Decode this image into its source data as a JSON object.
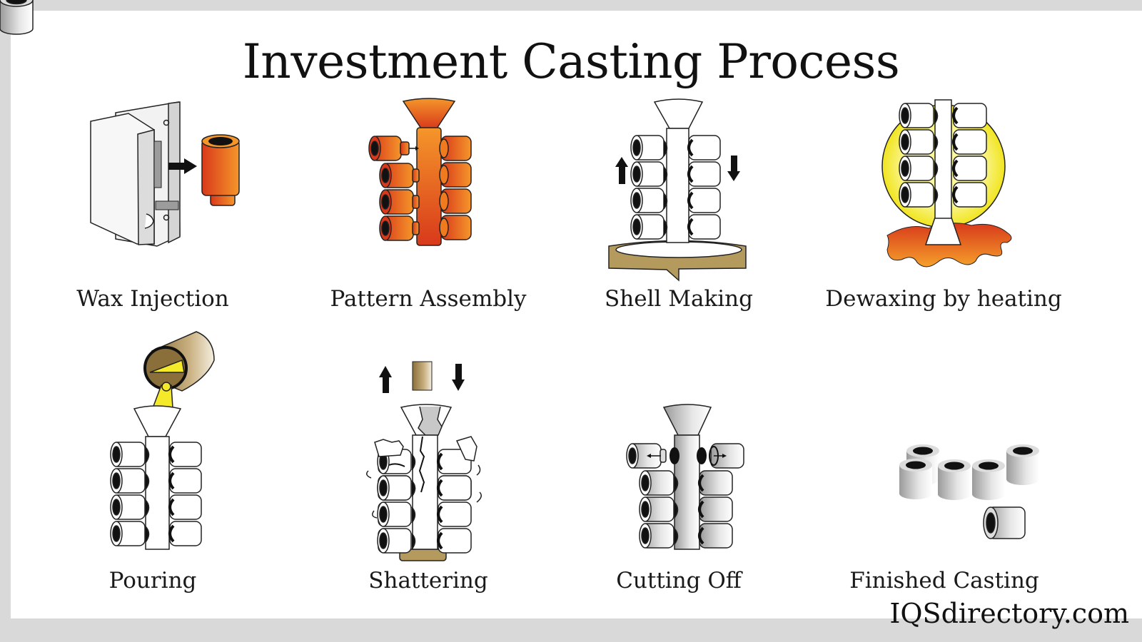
{
  "title": "Investment Casting Process",
  "steps": [
    {
      "index": 1,
      "label": "Wax Injection",
      "icon": "wax-injection-mold-icon"
    },
    {
      "index": 2,
      "label": "Pattern Assembly",
      "icon": "pattern-assembly-tree-icon"
    },
    {
      "index": 3,
      "label": "Shell Making",
      "icon": "shell-making-dip-icon"
    },
    {
      "index": 4,
      "label": "Dewaxing by heating",
      "icon": "dewaxing-heat-icon"
    },
    {
      "index": 5,
      "label": "Pouring",
      "icon": "pouring-ladle-icon"
    },
    {
      "index": 6,
      "label": "Shattering",
      "icon": "shattering-shell-icon"
    },
    {
      "index": 7,
      "label": "Cutting Off",
      "icon": "cutting-off-icon"
    },
    {
      "index": 8,
      "label": "Finished Casting",
      "icon": "finished-castings-icon"
    }
  ],
  "brand": "IQSdirectory.com",
  "colors": {
    "frame": "#d9d9d9",
    "background": "#ffffff",
    "wax_orange": "#f07a1e",
    "wax_red": "#d8391b",
    "ceramic_tan": "#b59a5e",
    "heat_yellow": "#f5ea2a",
    "metal_gray": "#c8c8c8"
  }
}
